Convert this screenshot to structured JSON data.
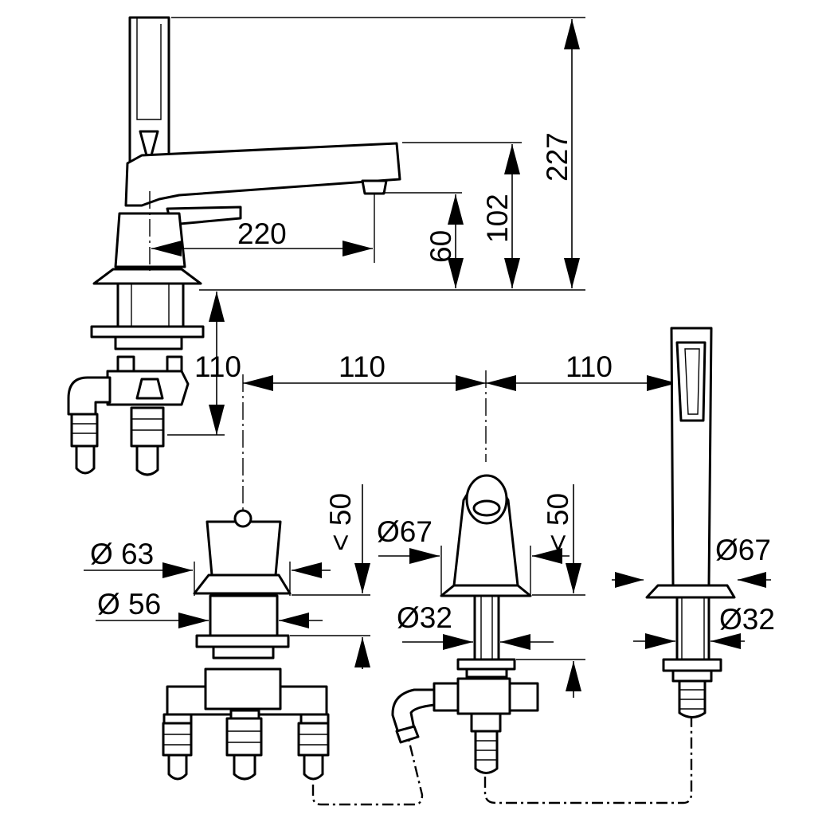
{
  "dimensions": {
    "height_total": "227",
    "spout_height": "102",
    "spout_outlet_height": "60",
    "spout_reach": "220",
    "deck_thickness_left": "110",
    "spacing_1": "110",
    "spacing_2": "110",
    "deck_max_left": "< 50",
    "deck_max_right": "< 50",
    "rosette_dia_1": "Ø 63",
    "shank_dia_1": "Ø 56",
    "rosette_dia_2": "Ø67",
    "shank_dia_2": "Ø32",
    "rosette_dia_3": "Ø67",
    "shank_dia_3": "Ø32"
  }
}
